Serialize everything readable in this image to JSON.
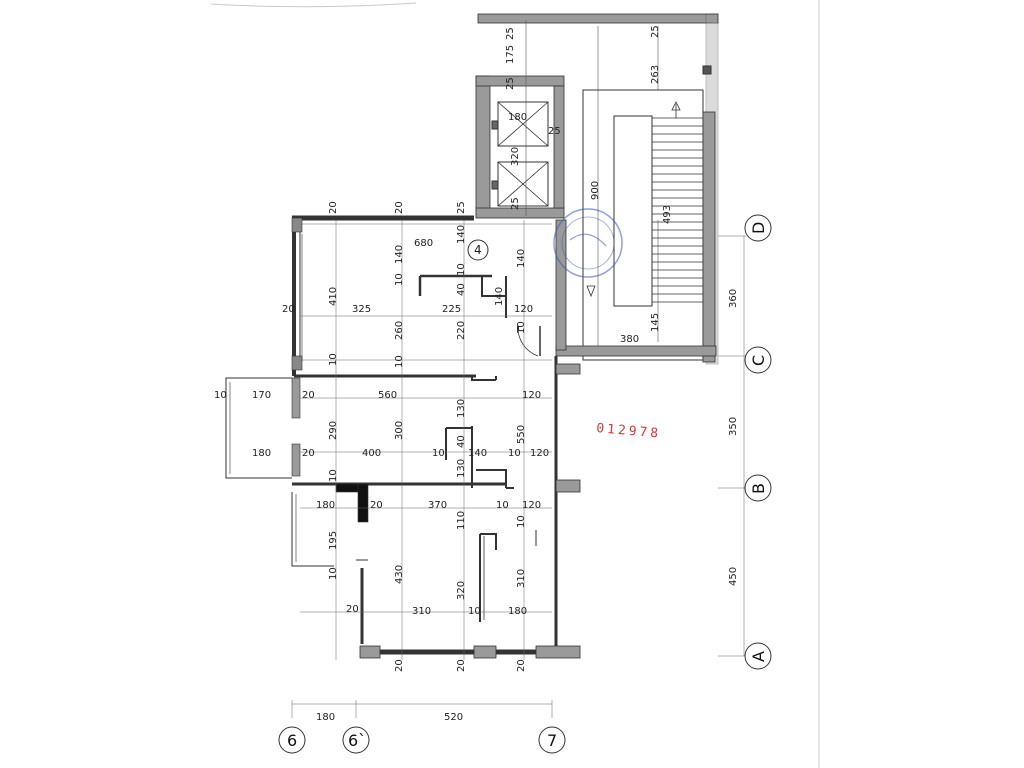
{
  "grid_axes": {
    "D": "D",
    "C": "C",
    "B": "B",
    "A": "A",
    "col_6": "6",
    "col_6p": "6`",
    "col_7": "7"
  },
  "stamp_number": "012978",
  "dims": {
    "top_25a": "25",
    "top_175": "175",
    "top_25b": "25",
    "top_25c": "25",
    "top_263": "263",
    "lift_180": "180",
    "lift_25": "25",
    "lift_320": "320",
    "lift_25b": "25",
    "stair_900": "900",
    "stair_493": "493",
    "stair_145": "145",
    "stair_380": "380",
    "top_row_20a": "20",
    "top_row_20b": "20",
    "top_row_25": "25",
    "r1_680": "680",
    "r1_140": "140",
    "r1_10": "10",
    "r1_140b": "140",
    "r1_140c": "140",
    "r1_10b": "10",
    "r1_40": "40",
    "r1_410": "410",
    "r1_20": "20",
    "r1_325": "325",
    "r1_225": "225",
    "r1_140d": "140",
    "r1_120": "120",
    "r1_10c": "10",
    "r1_260": "260",
    "r1_220": "220",
    "r1_10d": "10",
    "r1_10e": "10",
    "bal_10": "10",
    "bal_170": "170",
    "bal_20": "20",
    "r2_560": "560",
    "r2_120": "120",
    "r2_130": "130",
    "r2_290": "290",
    "r2_300": "300",
    "r2_550": "550",
    "bal_180": "180",
    "r2_20": "20",
    "r2_400": "400",
    "r2_10": "10",
    "r2_40": "40",
    "r2_140": "140",
    "r2_10b": "10",
    "r2_120b": "120",
    "r2_130b": "130",
    "r2_10c": "10",
    "r3_180": "180",
    "r3_20": "20",
    "r3_370": "370",
    "r3_10": "10",
    "r3_120": "120",
    "r3_110": "110",
    "r3_10b": "10",
    "r3_195": "195",
    "r3_10c": "10",
    "r3_430": "430",
    "r3_320": "320",
    "r3_310": "310",
    "r3_20b": "20",
    "r3_310b": "310",
    "r3_10d": "10",
    "r3_180b": "180",
    "bot_20a": "20",
    "bot_20b": "20",
    "bot_20c": "20",
    "axis_360": "360",
    "axis_350": "350",
    "axis_450": "450",
    "base_180": "180",
    "base_520": "520",
    "axis_4": "4"
  }
}
